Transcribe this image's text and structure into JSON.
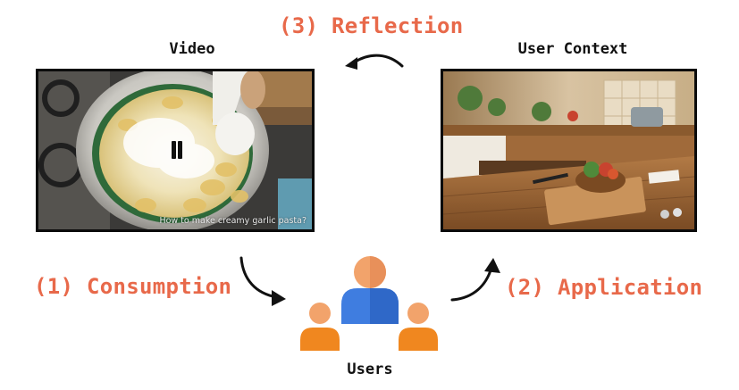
{
  "stages": {
    "reflection": "(3) Reflection",
    "consumption": "(1) Consumption",
    "application": "(2) Application"
  },
  "video": {
    "label": "Video",
    "caption": "How to make creamy garlic pasta?",
    "icon": "pause-icon"
  },
  "context": {
    "label": "User Context"
  },
  "users": {
    "label": "Users"
  },
  "colors": {
    "accent": "#e8694a",
    "user_center": "#3f7de0",
    "user_center_head": "#f2a36b",
    "user_side": "#f0871f"
  }
}
